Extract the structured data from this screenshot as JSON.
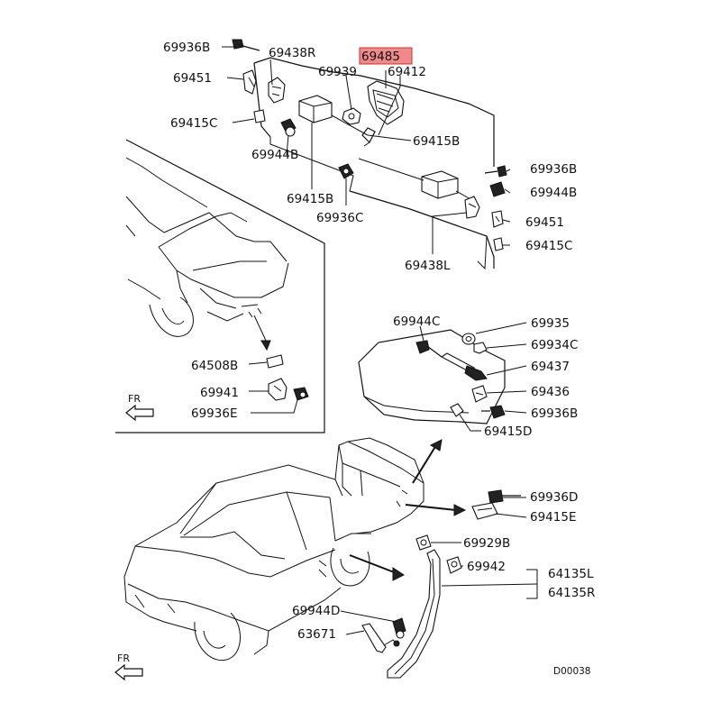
{
  "highlighted_part": "69485",
  "labels": {
    "p69936B_a": "69936B",
    "p69438R": "69438R",
    "p69485": "69485",
    "p69939": "69939",
    "p69412": "69412",
    "p69451_a": "69451",
    "p69415C_a": "69415C",
    "p69415B_a": "69415B",
    "p69944B_a": "69944B",
    "p69415B_b": "69415B",
    "p69936C": "69936C",
    "p69936B_b": "69936B",
    "p69944B_b": "69944B",
    "p69451_b": "69451",
    "p69415C_b": "69415C",
    "p69438L": "69438L",
    "p69944C": "69944C",
    "p69935": "69935",
    "p69934C": "69934C",
    "p69437": "69437",
    "p69436": "69436",
    "p69936B_c": "69936B",
    "p69415D": "69415D",
    "p64508B": "64508B",
    "p69941": "69941",
    "p69936E": "69936E",
    "p69936D": "69936D",
    "p69415E": "69415E",
    "p69929B": "69929B",
    "p69942": "69942",
    "p64135L": "64135L",
    "p64135R": "64135R",
    "p69944D": "69944D",
    "p63671": "63671",
    "fr_top": "FR",
    "fr_bottom": "FR",
    "diagram_code": "D00038"
  },
  "colors": {
    "highlight_fill": "#f08a8a",
    "line": "#111111",
    "background": "#ffffff"
  }
}
